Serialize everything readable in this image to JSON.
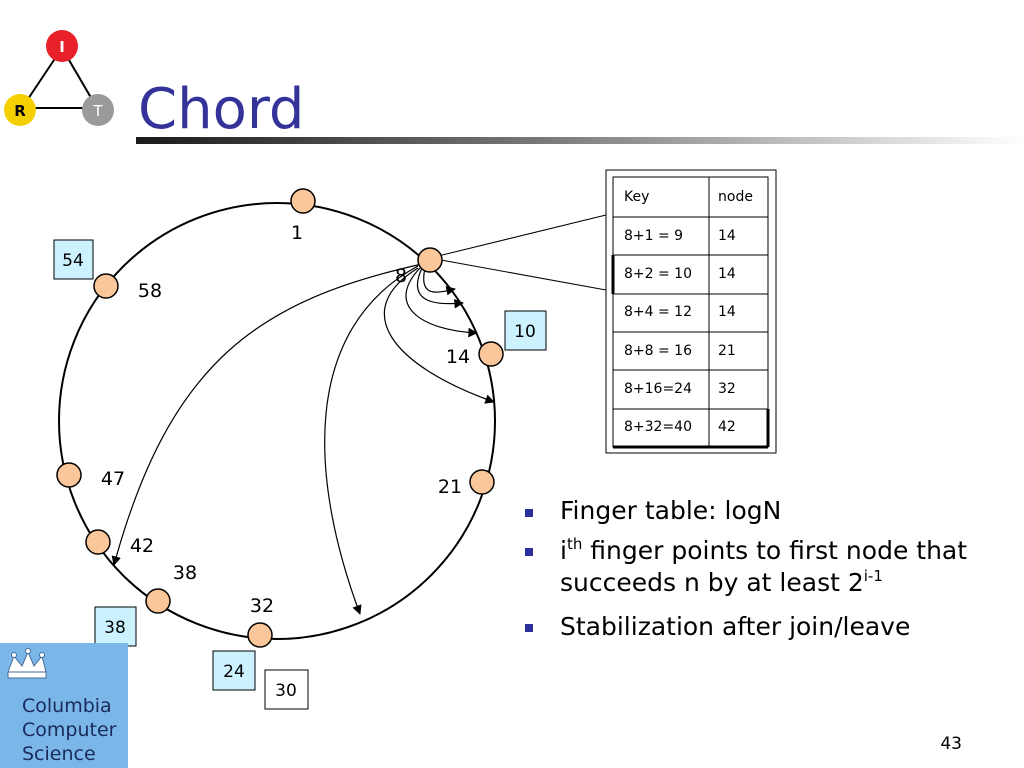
{
  "title": "Chord",
  "logo": {
    "circle_top": "I",
    "circle_left": "R",
    "circle_right": "T",
    "colors": {
      "top": "#e8202a",
      "left": "#f4d000",
      "right": "#9a9a9a"
    }
  },
  "ring_nodes": [
    {
      "id": "1",
      "label": "1"
    },
    {
      "id": "8",
      "label": "8"
    },
    {
      "id": "14",
      "label": "14"
    },
    {
      "id": "21",
      "label": "21"
    },
    {
      "id": "32",
      "label": "32"
    },
    {
      "id": "38",
      "label": "38"
    },
    {
      "id": "42",
      "label": "42"
    },
    {
      "id": "47",
      "label": "47"
    },
    {
      "id": "58",
      "label": "58"
    }
  ],
  "key_boxes": [
    {
      "id": "54",
      "label": "54"
    },
    {
      "id": "10",
      "label": "10"
    },
    {
      "id": "38",
      "label": "38"
    },
    {
      "id": "24",
      "label": "24"
    },
    {
      "id": "30",
      "label": "30"
    }
  ],
  "finger_table": {
    "headers": [
      "Key",
      "node"
    ],
    "rows": [
      [
        "8+1 = 9",
        "14"
      ],
      [
        "8+2 = 10",
        "14"
      ],
      [
        "8+4 = 12",
        "14"
      ],
      [
        "8+8 = 16",
        "21"
      ],
      [
        "8+16=24",
        "32"
      ],
      [
        "8+32=40",
        "42"
      ]
    ]
  },
  "bullets": {
    "b1": "Finger table: logN",
    "b2_i": "i",
    "b2_th": "th",
    "b2_rest": " finger points to first node that",
    "b2_line2": "succeeds n by at least 2",
    "b2_sup": "i-1",
    "b3": "Stabilization after join/leave"
  },
  "footer": {
    "org_line1": "Columbia",
    "org_line2": "Computer",
    "org_line3": "Science",
    "page_number": "43"
  },
  "colors": {
    "node_fill": "#fbc79a",
    "box_fill": "#ccf2ff",
    "title": "#33339a",
    "bullet": "#2e2e9a",
    "cu_blue": "#7ab7e8"
  }
}
